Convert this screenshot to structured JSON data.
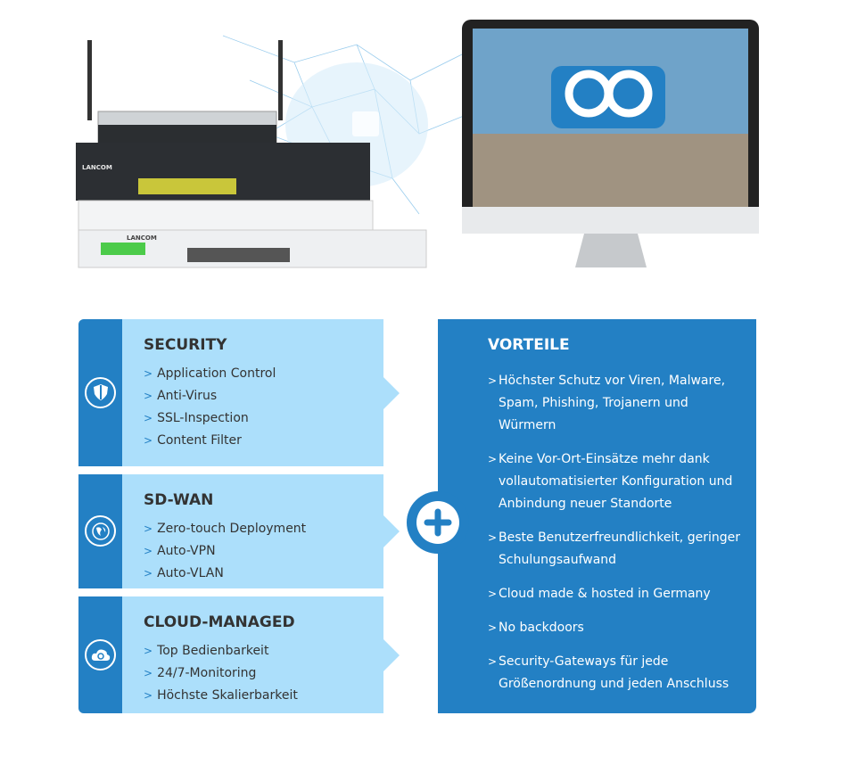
{
  "hero": {
    "device_brand": "LANCOM"
  },
  "modules": [
    {
      "title": "SECURITY",
      "icon": "shield-icon",
      "items": [
        "Application Control",
        "Anti-Virus",
        "SSL-Inspection",
        "Content Filter"
      ]
    },
    {
      "title": "SD-WAN",
      "icon": "globe-icon",
      "items": [
        "Zero-touch Deployment",
        "Auto-VPN",
        "Auto-VLAN"
      ]
    },
    {
      "title": "CLOUD-MANAGED",
      "icon": "cloud-gear-icon",
      "items": [
        "Top Bedienbarkeit",
        "24/7-Monitoring",
        "Höchste Skalierbarkeit"
      ]
    }
  ],
  "advantages": {
    "title": "VORTEILE",
    "items": [
      "Höchster Schutz vor Viren, Malware, Spam, Phishing, Trojanern und Würmern",
      "Keine Vor-Ort-Einsätze mehr dank vollautomatisierter Konfiguration und Anbindung neuer Standorte",
      "Beste Benutzerfreundlichkeit, geringer Schulungsaufwand",
      "Cloud made & hosted in Germany",
      "No backdoors",
      "Security-Gateways für jede Größenordnung und jeden Anschluss"
    ]
  },
  "colors": {
    "dark": "#2380c4",
    "light": "#acdffb"
  }
}
